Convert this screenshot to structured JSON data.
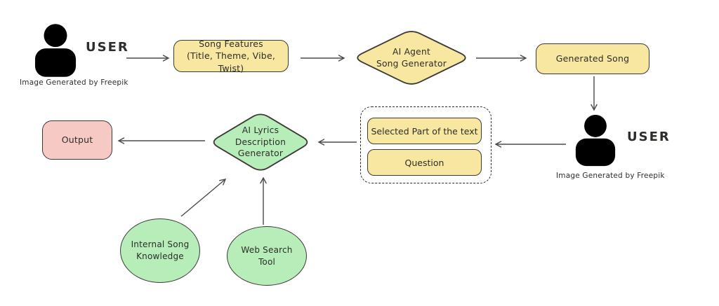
{
  "colors": {
    "yellow_fill": "#F7E7A0",
    "green_fill": "#B6EDB9",
    "pink_fill": "#F6C9C5",
    "node_border": "#3B3A35",
    "arrow": "#4A4A4A",
    "text": "#2E2D2A"
  },
  "nodes": {
    "user_top": {
      "title": "USER",
      "credit": "Image Generated by Freepik"
    },
    "song_features": {
      "label": "Song Features\n(Title, Theme, Vibe, Twist)"
    },
    "ai_agent_song_generator": {
      "label": "AI Agent\nSong Generator"
    },
    "generated_song": {
      "label": "Generated Song"
    },
    "user_right": {
      "title": "USER",
      "credit": "Image Generated by Freepik"
    },
    "selected_part": {
      "label": "Selected Part of the text"
    },
    "question": {
      "label": "Question"
    },
    "ai_lyrics_description_generator": {
      "label": "AI Lyrics\nDescription\nGenerator"
    },
    "output": {
      "label": "Output"
    },
    "internal_song_knowledge": {
      "label": "Internal Song\nKnowledge"
    },
    "web_search_tool": {
      "label": "Web Search\nTool"
    }
  }
}
